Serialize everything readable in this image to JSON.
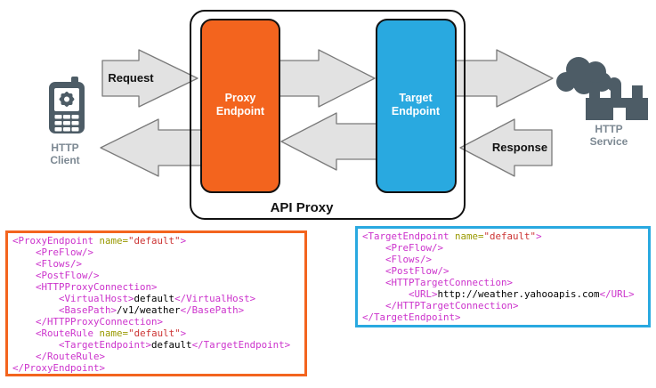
{
  "diagram": {
    "api_proxy_label": "API Proxy",
    "request_label": "Request",
    "response_label": "Response",
    "proxy_endpoint": {
      "line1": "Proxy",
      "line2": "Endpoint",
      "color": "#F3641E"
    },
    "target_endpoint": {
      "line1": "Target",
      "line2": "Endpoint",
      "color": "#29A9E0"
    },
    "http_client": {
      "line1": "HTTP",
      "line2": "Client"
    },
    "http_service": {
      "line1": "HTTP",
      "line2": "Service"
    },
    "icons": {
      "client": "mobile-phone-icon",
      "service": "factory-with-smoke-icon"
    }
  },
  "colors": {
    "syntax_tag": "#CC33CC",
    "syntax_attr_name": "#999900",
    "syntax_attr_value": "#CC3333",
    "syntax_text": "#000000",
    "icon_gray": "#4D5C66",
    "icon_label_gray": "#7D8993",
    "arrow_fill": "#E2E2E2",
    "arrow_stroke": "#7A7A7A"
  },
  "code_blocks": [
    {
      "id": "proxy-endpoint-config",
      "border_color": "#F3641E",
      "lines": [
        "<ProxyEndpoint name=\"default\">",
        "    <PreFlow/>",
        "    <Flows/>",
        "    <PostFlow/>",
        "    <HTTPProxyConnection>",
        "        <VirtualHost>default</VirtualHost>",
        "        <BasePath>/v1/weather</BasePath>",
        "    </HTTPProxyConnection>",
        "    <RouteRule name=\"default\">",
        "        <TargetEndpoint>default</TargetEndpoint>",
        "    </RouteRule>",
        "</ProxyEndpoint>"
      ]
    },
    {
      "id": "target-endpoint-config",
      "border_color": "#29A9E0",
      "lines": [
        "<TargetEndpoint name=\"default\">",
        "    <PreFlow/>",
        "    <Flows/>",
        "    <PostFlow/>",
        "    <HTTPTargetConnection>",
        "        <URL>http://weather.yahooapis.com</URL>",
        "    </HTTPTargetConnection>",
        "</TargetEndpoint>"
      ]
    }
  ]
}
